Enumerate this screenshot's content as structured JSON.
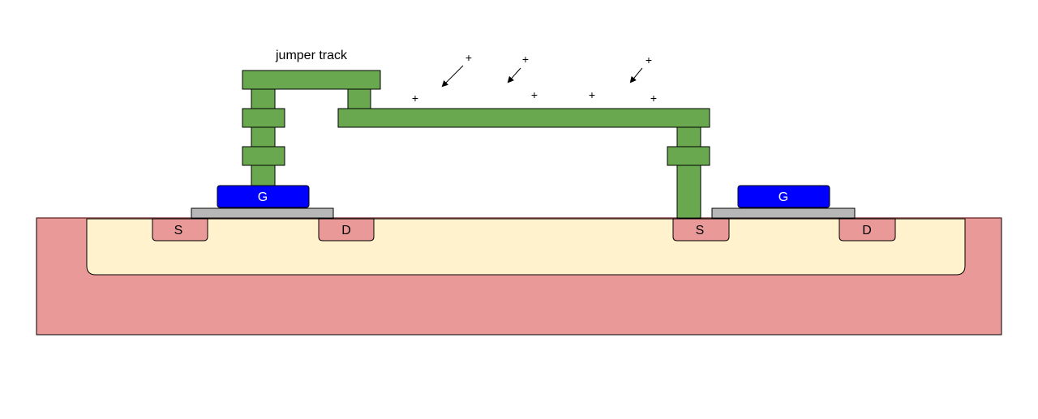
{
  "title": "jumper track",
  "colors": {
    "substrate": "#ea9999",
    "well": "#fff2cc",
    "diffusion": "#ea9999",
    "gate": "#0000ff",
    "oxide": "#b7b7b7",
    "metal": "#6aa84f",
    "outline": "#000000"
  },
  "transistors": [
    {
      "gate_label": "G",
      "source_label": "S",
      "drain_label": "D"
    },
    {
      "gate_label": "G",
      "source_label": "S",
      "drain_label": "D"
    }
  ],
  "charge_symbol": "+",
  "icons": {
    "arrow": "arrow-down-left-icon"
  }
}
